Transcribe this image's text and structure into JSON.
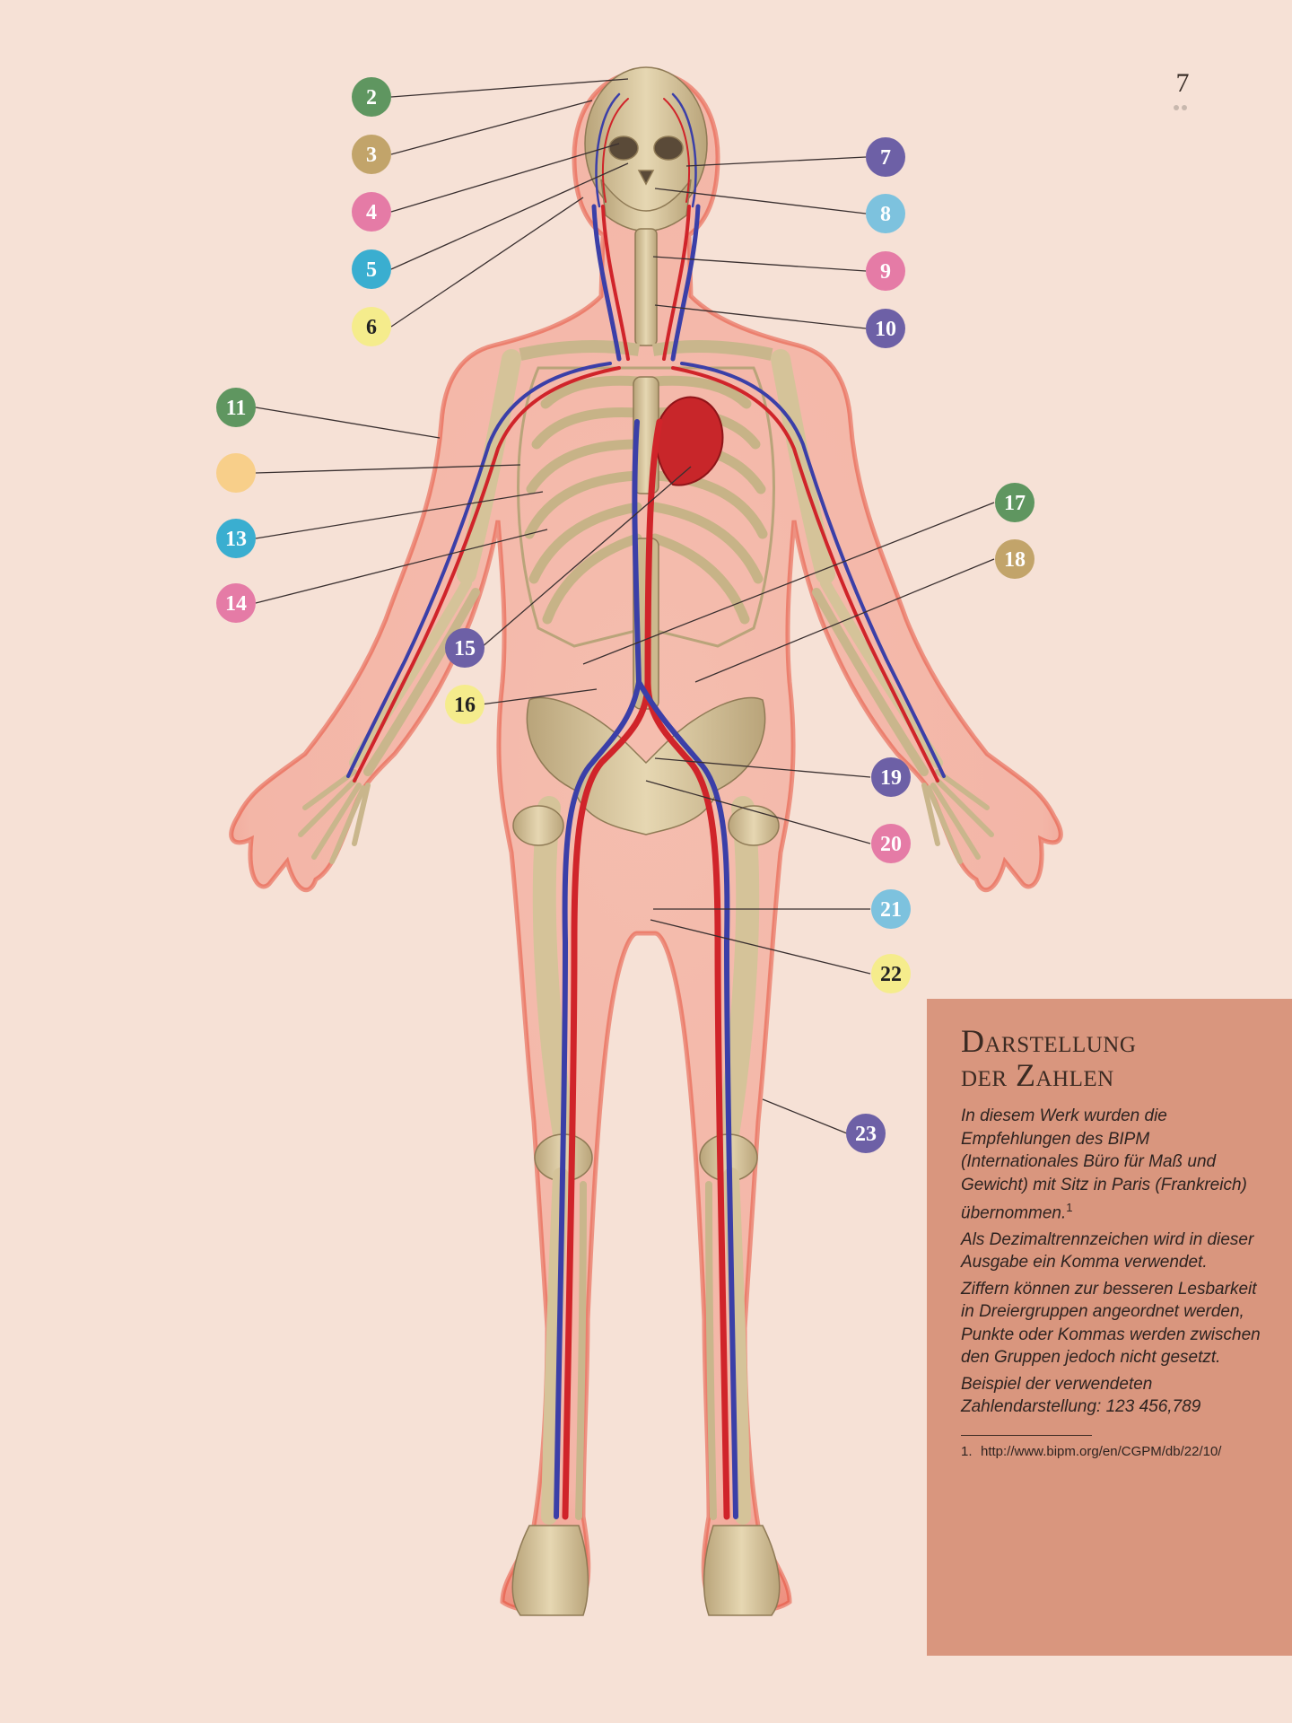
{
  "page": {
    "number": "7"
  },
  "callouts": [
    {
      "id": "2",
      "label": "2",
      "color": "#5f9660",
      "text_color": "#ffffff"
    },
    {
      "id": "3",
      "label": "3",
      "color": "#c2a46a",
      "text_color": "#ffffff"
    },
    {
      "id": "4",
      "label": "4",
      "color": "#e57ba6",
      "text_color": "#ffffff"
    },
    {
      "id": "5",
      "label": "5",
      "color": "#3aaed0",
      "text_color": "#ffffff"
    },
    {
      "id": "6",
      "label": "6",
      "color": "#f5ec8c",
      "text_color": "#222222"
    },
    {
      "id": "7",
      "label": "7",
      "color": "#6d60a6",
      "text_color": "#ffffff"
    },
    {
      "id": "8",
      "label": "8",
      "color": "#7dc2de",
      "text_color": "#ffffff"
    },
    {
      "id": "9",
      "label": "9",
      "color": "#e57ba6",
      "text_color": "#ffffff"
    },
    {
      "id": "10",
      "label": "10",
      "color": "#6d60a6",
      "text_color": "#ffffff"
    },
    {
      "id": "11",
      "label": "11",
      "color": "#5f9660",
      "text_color": "#ffffff"
    },
    {
      "id": "12",
      "label": "",
      "color": "#f8cf8a",
      "text_color": "#ffffff"
    },
    {
      "id": "13",
      "label": "13",
      "color": "#3aaed0",
      "text_color": "#ffffff"
    },
    {
      "id": "14",
      "label": "14",
      "color": "#e57ba6",
      "text_color": "#ffffff"
    },
    {
      "id": "15",
      "label": "15",
      "color": "#6d60a6",
      "text_color": "#ffffff"
    },
    {
      "id": "16",
      "label": "16",
      "color": "#f5ec8c",
      "text_color": "#222222"
    },
    {
      "id": "17",
      "label": "17",
      "color": "#5f9660",
      "text_color": "#ffffff"
    },
    {
      "id": "18",
      "label": "18",
      "color": "#c2a46a",
      "text_color": "#ffffff"
    },
    {
      "id": "19",
      "label": "19",
      "color": "#6d60a6",
      "text_color": "#ffffff"
    },
    {
      "id": "20",
      "label": "20",
      "color": "#e57ba6",
      "text_color": "#ffffff"
    },
    {
      "id": "21",
      "label": "21",
      "color": "#7dc2de",
      "text_color": "#ffffff"
    },
    {
      "id": "22",
      "label": "22",
      "color": "#f5ec8c",
      "text_color": "#222222"
    },
    {
      "id": "23",
      "label": "23",
      "color": "#6d60a6",
      "text_color": "#ffffff"
    }
  ],
  "info_box": {
    "title_line1": "Darstellung",
    "title_line2": "der Zahlen",
    "para1": "In diesem Werk wurden die Empfehlungen des BIPM (Internationales Büro für Maß und Gewicht) mit Sitz in Paris (Frankreich) übernommen.",
    "para1_sup": "1",
    "para2": "Als Dezimaltrennzeichen wird in dieser Ausgabe ein Komma verwendet.",
    "para3": "Ziffern können zur besseren Lesbarkeit in Dreiergruppen angeordnet werden, Punkte oder Kommas werden zwischen den Gruppen jedoch nicht gesetzt.",
    "para4": "Beispiel der verwendeten Zahlendarstellung:  123 456,789",
    "footnote_number": "1.",
    "footnote_text": "http://www.bipm.org/en/CGPM/db/22/10/"
  },
  "colors": {
    "background": "#f6e1d6",
    "info_box": "#d9967e",
    "body_glow": "#f08a78",
    "bone": "#d9c7a0",
    "artery": "#d0242a",
    "vein": "#3b3fa8"
  }
}
